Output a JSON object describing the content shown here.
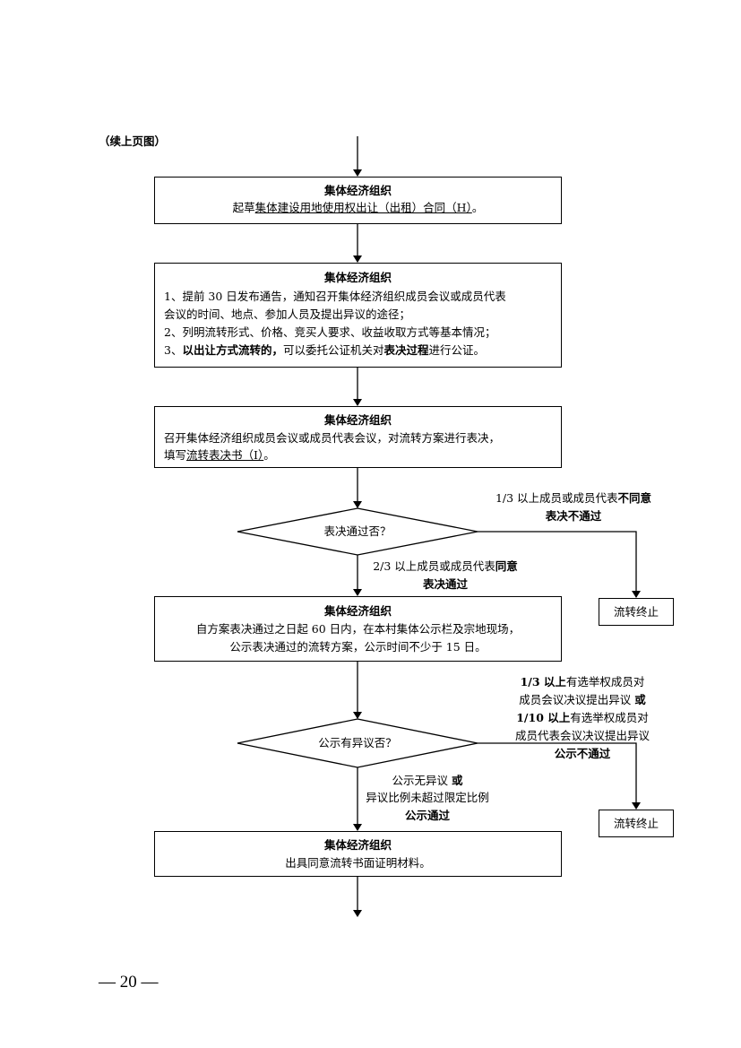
{
  "continued_label": "（续上页图）",
  "box1": {
    "title": "集体经济组织",
    "line_pre": "起草",
    "line_link": "集体建设用地使用权出让（出租）合同（H）",
    "line_post": "。"
  },
  "box2": {
    "title": "集体经济组织",
    "item1a": "1、提前 30 日发布通告，通知召开集体经济组织成员会议或成员代表",
    "item1b": "会议的时间、地点、参加人员及提出异议的途径；",
    "item2": "2、列明流转形式、价格、竞买人要求、收益收取方式等基本情况；",
    "item3_pre": "3、",
    "item3_bold1": "以出让方式流转的，",
    "item3_mid": "可以委托公证机关对",
    "item3_bold2": "表决过程",
    "item3_post": "进行公证。"
  },
  "box3": {
    "title": "集体经济组织",
    "line1": "召开集体经济组织成员会议或成员代表会议，对流转方案进行表决，",
    "line2_pre": "填写",
    "line2_link": "流转表决书（I）",
    "line2_post": "。"
  },
  "decision1": {
    "label": "表决通过否？",
    "no_pre": "1/3 以上成员或成员代表",
    "no_bold": "不同意",
    "no_result": "表决不通过",
    "yes_pre": "2/3 以上成员或成员代表",
    "yes_bold": "同意",
    "yes_result": "表决通过"
  },
  "end1": "流转终止",
  "box4": {
    "title": "集体经济组织",
    "line1": "自方案表决通过之日起 60 日内，在本村集体公示栏及宗地现场，",
    "line2": "公示表决通过的流转方案，公示时间不少于 15 日。"
  },
  "decision2": {
    "label": "公示有异议否？",
    "no_l1_bold": "1/3 以上",
    "no_l1": "有选举权成员对",
    "no_l2": "成员会议决议提出异议",
    "no_l2_bold": "或",
    "no_l3_bold": "1/10 以上",
    "no_l3": "有选举权成员对",
    "no_l4": "成员代表会议决议提出异议",
    "no_result": "公示不通过",
    "yes_l1": "公示无异议",
    "yes_l1_bold": "或",
    "yes_l2": "异议比例未超过限定比例",
    "yes_result": "公示通过"
  },
  "end2": "流转终止",
  "box5": {
    "title": "集体经济组织",
    "line": "出具同意流转书面证明材料。"
  },
  "page_number": "— 20 —"
}
